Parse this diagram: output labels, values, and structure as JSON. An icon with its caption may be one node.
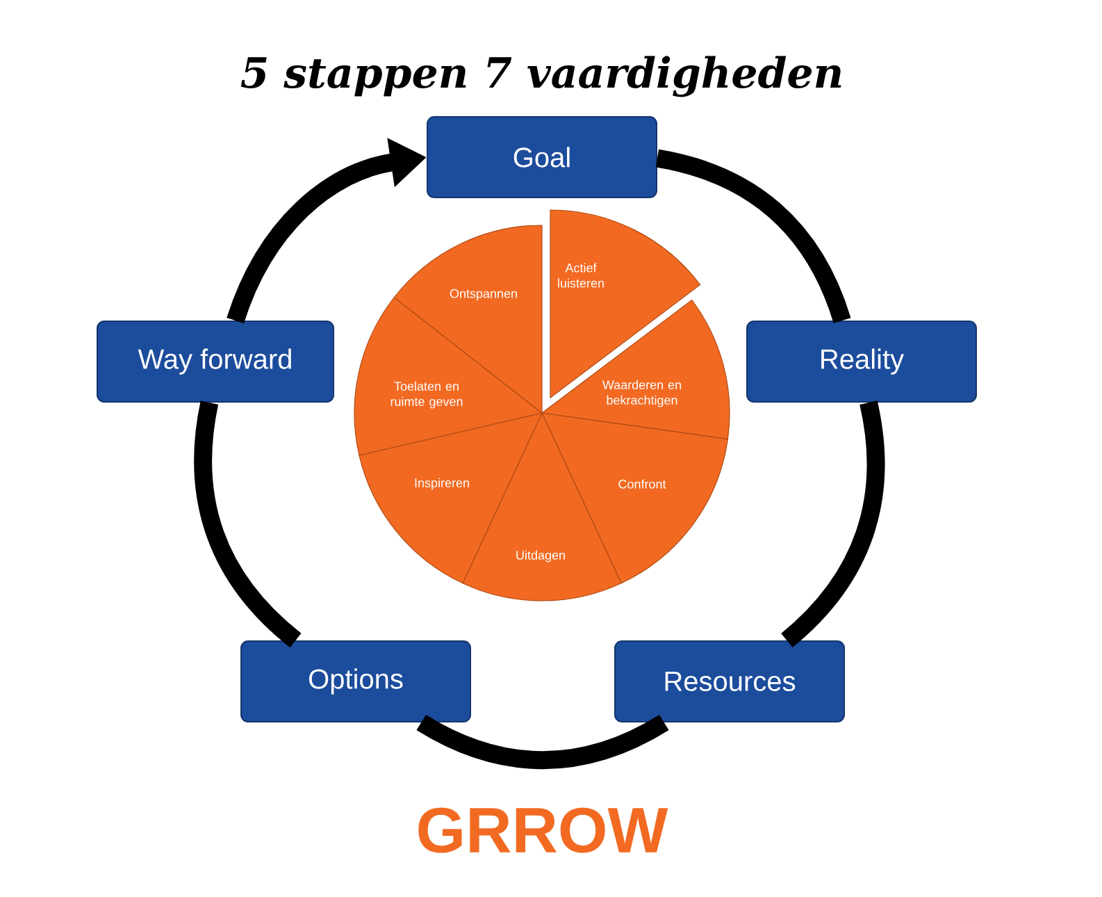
{
  "diagram": {
    "title": "5 stappen 7 vaardigheden",
    "caption": "GRROW",
    "nodes": [
      {
        "text": [
          "Goal"
        ]
      },
      {
        "text": [
          "Reality"
        ]
      },
      {
        "text": [
          "Resources"
        ]
      },
      {
        "text": [
          "Options"
        ]
      },
      {
        "text": [
          "Way forward"
        ]
      },
      {
        "text": [
          "Actief luisteren"
        ]
      },
      {
        "text": [
          "Waarderen en bekrachtigen"
        ]
      },
      {
        "text": [
          "Confront"
        ]
      },
      {
        "text": [
          "Uitdagen"
        ]
      },
      {
        "text": [
          "Inspireren"
        ]
      },
      {
        "text": [
          "Toelaten en ruimte geven"
        ]
      },
      {
        "text": [
          "Ontspannen"
        ]
      }
    ],
    "edges": [
      {
        "from": 0,
        "to": 1,
        "arrow": "none"
      },
      {
        "from": 1,
        "to": 2,
        "arrow": "none"
      },
      {
        "from": 2,
        "to": 3,
        "arrow": "none"
      },
      {
        "from": 3,
        "to": 4,
        "arrow": "none"
      },
      {
        "from": 4,
        "to": 0,
        "arrow": "to"
      }
    ]
  }
}
